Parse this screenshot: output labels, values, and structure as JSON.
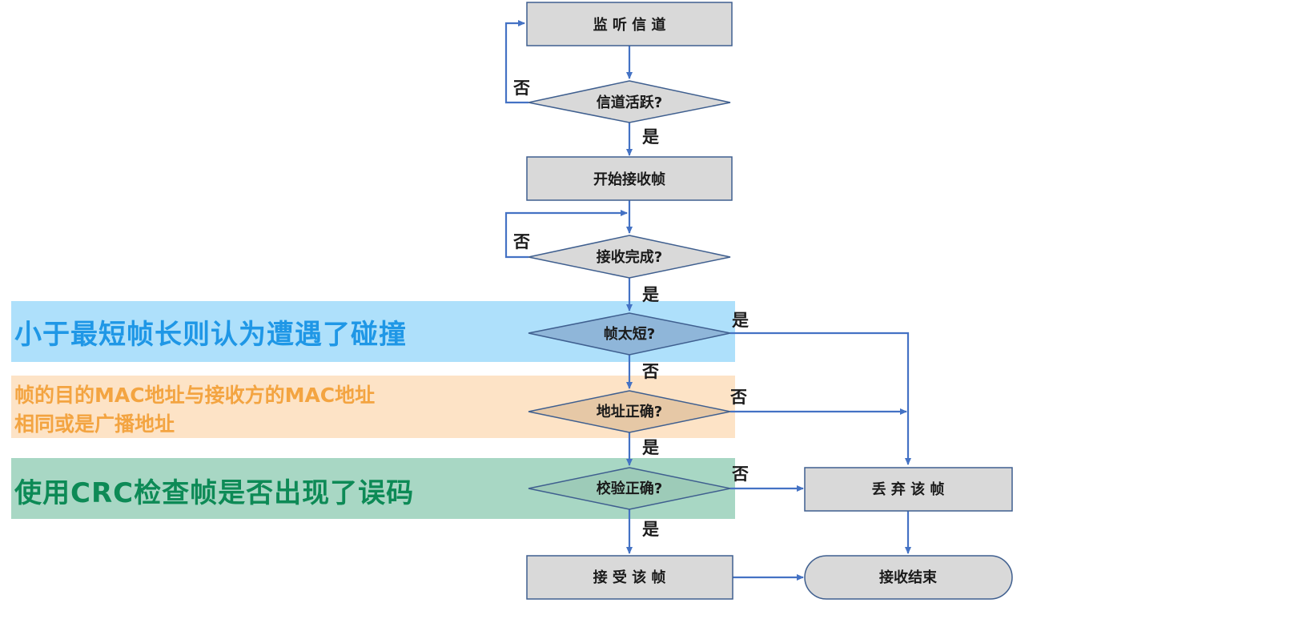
{
  "nodes": {
    "listen": "监 听 信 道",
    "channel_active": "信道活跃?",
    "start_receive": "开始接收帧",
    "receive_done": "接收完成?",
    "frame_too_short": "帧太短?",
    "address_ok": "地址正确?",
    "checksum_ok": "校验正确?",
    "discard": "丢 弃 该 帧",
    "accept": "接 受 该 帧",
    "end": "接收结束"
  },
  "edge_labels": {
    "no1": "否",
    "yes1": "是",
    "no2": "否",
    "yes2": "是",
    "yes3": "是",
    "no3": "否",
    "no4": "否",
    "yes4": "是",
    "no5": "否",
    "yes5": "是"
  },
  "annotations": {
    "collision": "小于最短帧长则认为遭遇了碰撞",
    "mac_line1": "帧的目的MAC地址与接收方的MAC地址",
    "mac_line2": "相同或是广播地址",
    "crc": "使用CRC检查帧是否出现了误码"
  },
  "colors": {
    "line": "#4472c4",
    "box_fill": "#d9d9d9",
    "box_stroke": "#3f5f8f",
    "band_blue": "#aee0fb",
    "band_orange": "#fde3c6",
    "band_green": "#a8d7c4",
    "text_blue": "#1f97e6",
    "text_orange": "#f3a441",
    "text_green": "#0d8a56"
  }
}
